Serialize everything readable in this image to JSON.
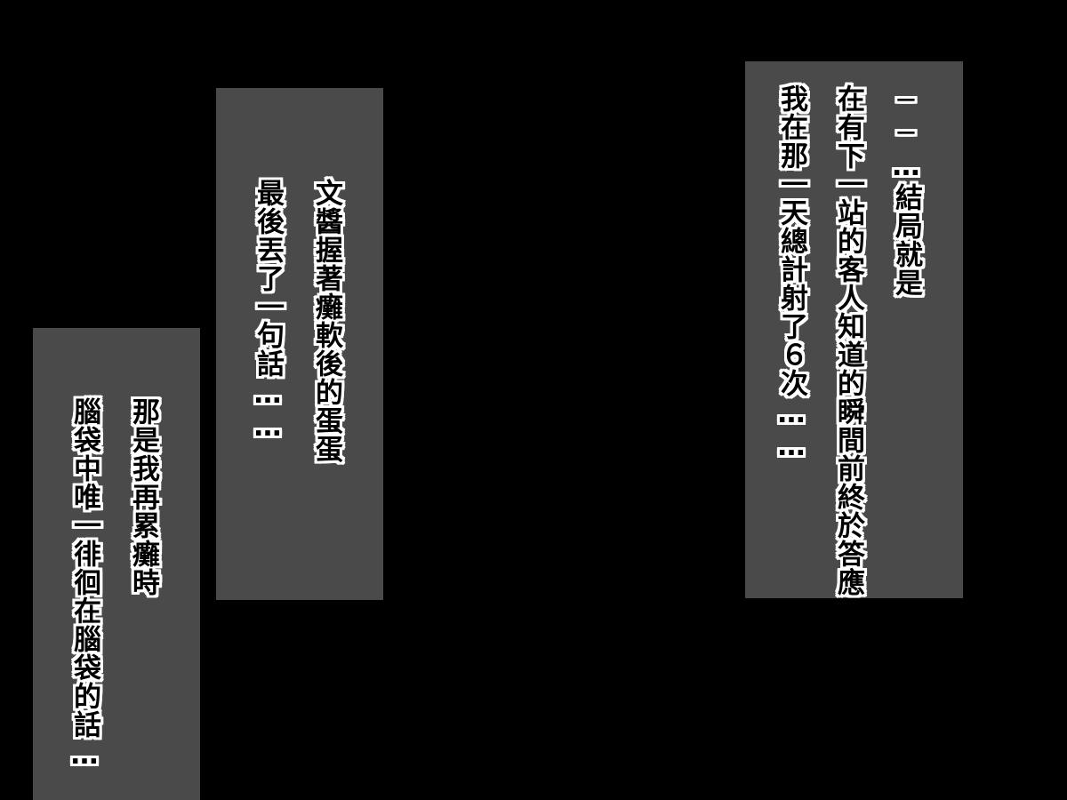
{
  "panels": {
    "right": {
      "lines": [
        "──…結局就是",
        "在有下一站的客人知道的瞬間前終於答應",
        "我在那一天總計射了６次……"
      ]
    },
    "middle": {
      "lines": [
        "文醬握著癱軟後的蛋蛋",
        "最後丟了一句話……"
      ]
    },
    "left": {
      "lines": [
        "那是我再累癱時",
        "腦袋中唯一徘徊在腦袋的話…"
      ]
    }
  },
  "colors": {
    "background": "#000000",
    "panel": "#4a4a4a",
    "text": "#000000",
    "text_outline": "#ffffff"
  }
}
